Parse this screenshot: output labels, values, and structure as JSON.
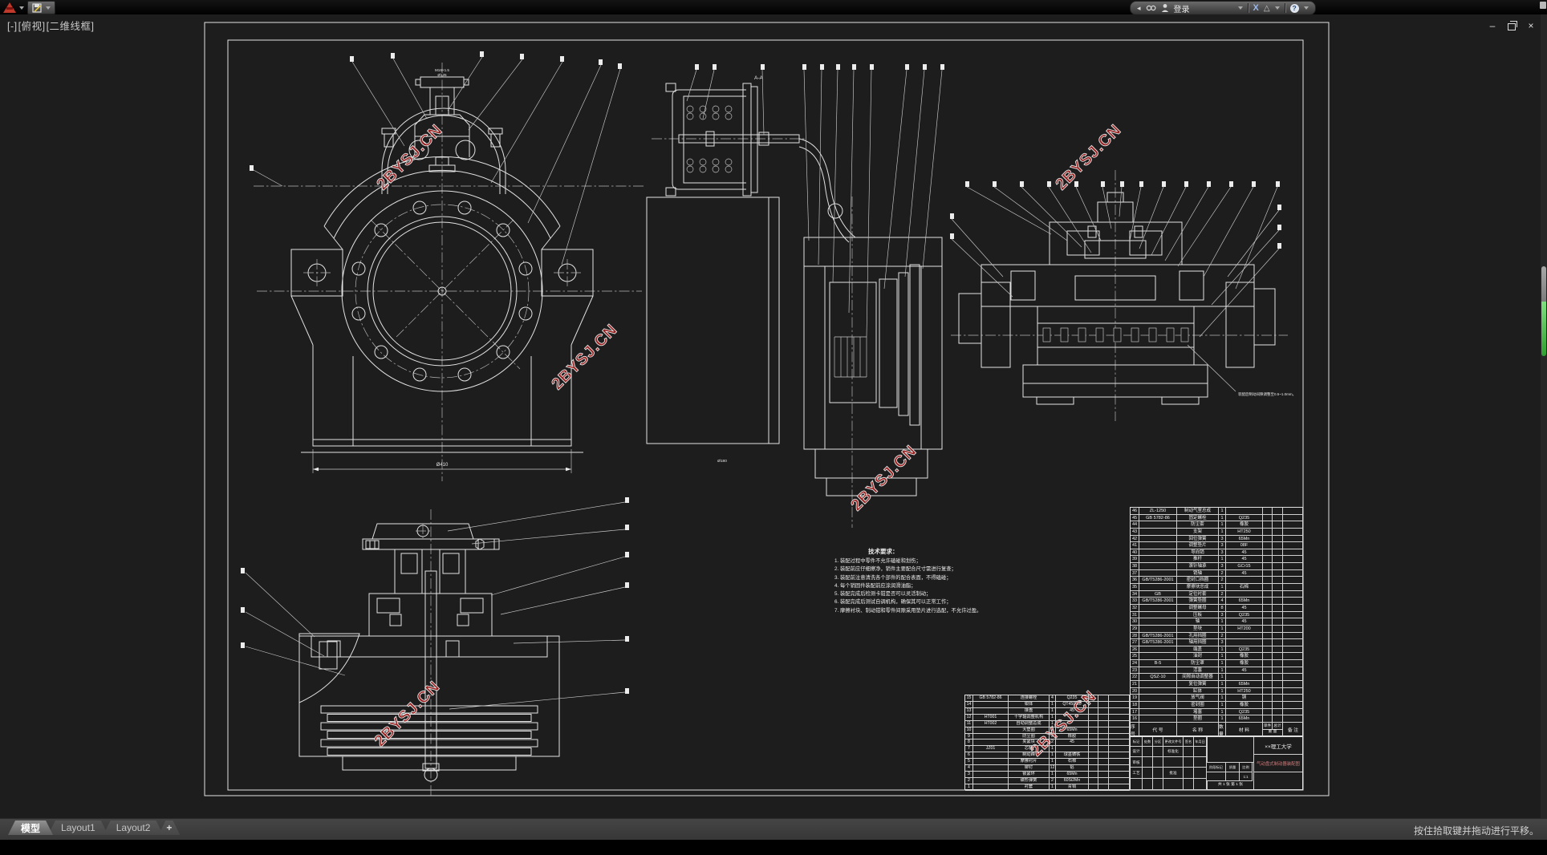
{
  "titlebar": {
    "login_label": "登录",
    "help_label": "?",
    "exchange_label": "X"
  },
  "viewport_controls": {
    "minus": "[-]",
    "view": "[俯视]",
    "visual_style": "[二维线框]"
  },
  "watermark": {
    "text": "2BYSJ.CN",
    "color": "#9e2020"
  },
  "accents": {
    "scrollbar_green": "#3fae3f",
    "canvas_bg": "#1d1d1d",
    "line_color": "#e2e2e2"
  },
  "tech_notes": {
    "title": "技术要求：",
    "lines": [
      "1. 装配过程中零件不允许磕碰和划伤；",
      "2. 装配前应仔细擦净，销件主要配合尺寸需进行复查；",
      "3. 装配前注意清洗各个部件的配合表面，不得磕碰；",
      "4. 每个销固件装配前应涂润滑油脂；",
      "5. 装配完成后检测卡钳是否可以灵活制动；",
      "6. 装配完成后测试自调机构，确保其可以正常工作；",
      "7. 摩擦衬块、制动钳和零件间隙采用垫片进行选配，不允许过盈。"
    ]
  },
  "dims": {
    "front_top": "M16×1.5",
    "front_top2": "Ø125",
    "front_bottom": "Ø410",
    "section_bottom": "Ø180",
    "label_aa": "A-A",
    "note_right": "装配后制动间隙调整至0.5~1.0mm。"
  },
  "bom_right": {
    "headers": [
      "序号",
      "代  号",
      "名  称",
      "数量",
      "材  料",
      "单件",
      "总计",
      "备 注"
    ],
    "weight_label": "重 量",
    "rows": [
      [
        "46",
        "ZL-1250",
        "制动气室总成",
        "1",
        "",
        "",
        "",
        ""
      ],
      [
        "45",
        "GB 5782-86",
        "固定螺栓",
        "1",
        "Q235",
        "",
        "",
        ""
      ],
      [
        "44",
        "",
        "防尘套",
        "1",
        "橡胶",
        "",
        "",
        ""
      ],
      [
        "43",
        "",
        "支架",
        "1",
        "HT250",
        "",
        "",
        ""
      ],
      [
        "42",
        "",
        "回位弹簧",
        "3",
        "65Mn",
        "",
        "",
        ""
      ],
      [
        "41",
        "",
        "调整垫片",
        "3",
        "08F",
        "",
        "",
        ""
      ],
      [
        "40",
        "",
        "导向销",
        "3",
        "45",
        "",
        "",
        ""
      ],
      [
        "39",
        "",
        "推杆",
        "1",
        "45",
        "",
        "",
        ""
      ],
      [
        "38",
        "",
        "滚针轴承",
        "3",
        "GCr15",
        "",
        "",
        ""
      ],
      [
        "37",
        "",
        "销轴",
        "2",
        "45",
        "",
        "",
        ""
      ],
      [
        "36",
        "GB/T5286-2001",
        "密封口挡圈",
        "2",
        "",
        "",
        "",
        ""
      ],
      [
        "35",
        "",
        "摩擦块总成",
        "1",
        "石棉",
        "",
        "",
        ""
      ],
      [
        "34",
        "GB",
        "定位衬套",
        "2",
        "",
        "",
        "",
        ""
      ],
      [
        "33",
        "GB/T5286-2001",
        "弹簧垫圈",
        "4",
        "65Mn",
        "",
        "",
        ""
      ],
      [
        "32",
        "",
        "调整螺母",
        "8",
        "45",
        "",
        "",
        ""
      ],
      [
        "31",
        "",
        "压板",
        "3",
        "Q235",
        "",
        "",
        ""
      ],
      [
        "30",
        "",
        "轴",
        "1",
        "45",
        "",
        "",
        ""
      ],
      [
        "29",
        "",
        "垫块",
        "1",
        "HT200",
        "",
        "",
        ""
      ],
      [
        "28",
        "GB/T5286-2001",
        "孔用挡圈",
        "2",
        "",
        "",
        "",
        ""
      ],
      [
        "27",
        "GB/T5286-2001",
        "轴用挡圈",
        "3",
        "",
        "",
        "",
        ""
      ],
      [
        "26",
        "",
        "端盖",
        "1",
        "Q235",
        "",
        "",
        ""
      ],
      [
        "25",
        "",
        "油封",
        "1",
        "橡胶",
        "",
        "",
        ""
      ],
      [
        "24",
        "B-5",
        "防尘罩",
        "1",
        "橡胶",
        "",
        "",
        ""
      ],
      [
        "23",
        "",
        "活塞",
        "1",
        "45",
        "",
        "",
        ""
      ],
      [
        "22",
        "QSZ-10",
        "间隙自动调整器",
        "1",
        "",
        "",
        "",
        ""
      ],
      [
        "21",
        "",
        "复位弹簧",
        "1",
        "65Mn",
        "",
        "",
        ""
      ],
      [
        "20",
        "",
        "缸体",
        "1",
        "HT250",
        "",
        "",
        ""
      ],
      [
        "19",
        "",
        "放气阀",
        "1",
        "铜",
        "",
        "",
        ""
      ],
      [
        "18",
        "",
        "密封圈",
        "1",
        "橡胶",
        "",
        "",
        ""
      ],
      [
        "17",
        "",
        "堵塞",
        "1",
        "Q235",
        "",
        "",
        ""
      ],
      [
        "16",
        "",
        "垫圈",
        "1",
        "65Mn",
        "",
        "",
        ""
      ]
    ]
  },
  "bom_left": {
    "rows": [
      [
        "15",
        "GB 5782-86",
        "连接螺栓",
        "4",
        "Q235",
        "",
        "",
        ""
      ],
      [
        "14",
        "",
        "钳体",
        "1",
        "QT450-10",
        "",
        "",
        ""
      ],
      [
        "13",
        "",
        "接盘",
        "1",
        "45",
        "",
        "",
        ""
      ],
      [
        "12",
        "HT001",
        "十字轴调整机构",
        "1",
        "",
        "",
        "",
        ""
      ],
      [
        "11",
        "HT002",
        "自动调整总成",
        "1",
        "",
        "",
        "",
        ""
      ],
      [
        "10",
        "",
        "大垫圈",
        "2",
        "65Mn",
        "",
        "",
        ""
      ],
      [
        "9",
        "",
        "防尘圈",
        "2",
        "橡胶",
        "",
        "",
        ""
      ],
      [
        "8",
        "",
        "夹紧块",
        "2",
        "45",
        "",
        "",
        ""
      ],
      [
        "7",
        "JZ01",
        "芯轴",
        "1",
        "",
        "",
        "",
        ""
      ],
      [
        "6",
        "",
        "制动蹄",
        "1",
        "球墨铸铁",
        "",
        "",
        ""
      ],
      [
        "5",
        "",
        "摩擦衬片",
        "1",
        "石棉",
        "",
        "",
        ""
      ],
      [
        "4",
        "",
        "铆钉",
        "12",
        "铝",
        "",
        "",
        ""
      ],
      [
        "3",
        "",
        "锁紧环",
        "1",
        "65Mn",
        "",
        "",
        ""
      ],
      [
        "2",
        "",
        "碟形弹簧",
        "2",
        "60Si2Mn",
        "",
        "",
        ""
      ],
      [
        "1",
        "",
        "衬套",
        "1",
        "青铜",
        "",
        "",
        ""
      ]
    ]
  },
  "title_block": {
    "rev_headers": [
      "标记",
      "处数",
      "分区",
      "更改文件号",
      "签名",
      "年月日"
    ],
    "staff_design": "设计",
    "staff_check": "审核",
    "staff_process": "工艺",
    "staff_approve": "批准",
    "staff_std": "标准化",
    "stage_label": "阶段标记",
    "weight_label": "质量",
    "scale_label": "比例",
    "scale_value": "1:1",
    "sheet_label": "共 1 张  第 1 张",
    "org": "××理工大学",
    "title": "气动盘式制动器装配图"
  },
  "tabs": {
    "items": [
      "模型",
      "Layout1",
      "Layout2"
    ],
    "add_label": "+",
    "status": "按住拾取键并拖动进行平移。"
  }
}
